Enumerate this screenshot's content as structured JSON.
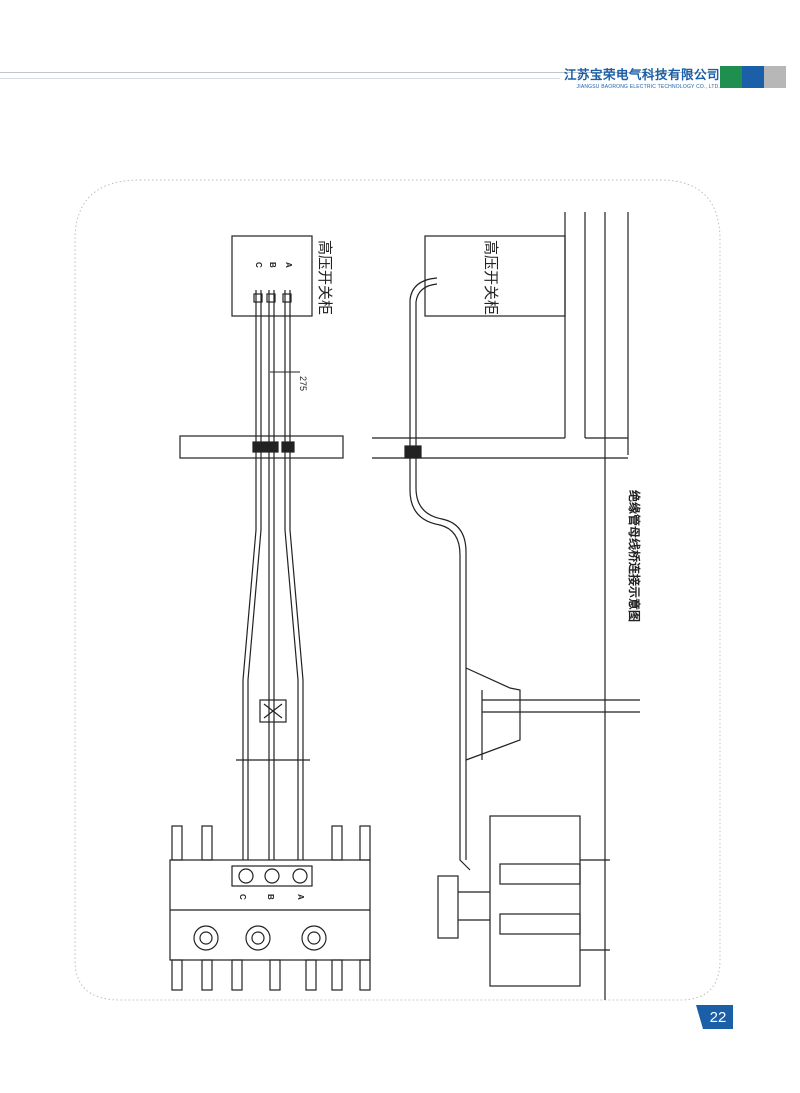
{
  "header": {
    "company_cn": "江苏宝荣电气科技有限公司",
    "company_en": "JIANGSU BAORONG ELECTRIC TECHNOLOGY CO., LTD.",
    "colors": {
      "green": "#1e8f4e",
      "blue": "#1b5fa8",
      "gray": "#b7b7b7"
    }
  },
  "drawing": {
    "cabinet_label_left": "高压开关柜",
    "cabinet_label_right": "高压开关柜",
    "caption": "绝缘管母线桥连接示意图",
    "phases_top": [
      "C",
      "B",
      "A"
    ],
    "phases_bottom": [
      "C",
      "B",
      "A"
    ],
    "dimension": "275"
  },
  "footer": {
    "page_number": "22",
    "page_bg": "#1b5fa8"
  }
}
